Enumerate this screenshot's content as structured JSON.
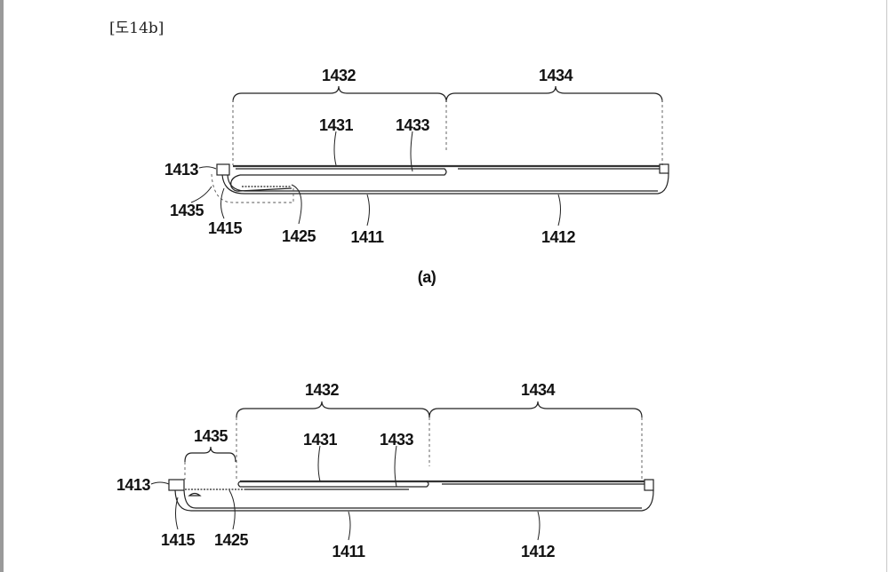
{
  "title": "[도14b]",
  "figure_a": {
    "caption": "(a)",
    "labels": {
      "l1432": "1432",
      "l1434": "1434",
      "l1431": "1431",
      "l1433": "1433",
      "l1413": "1413",
      "l1435": "1435",
      "l1415": "1415",
      "l1425": "1425",
      "l1411": "1411",
      "l1412": "1412"
    }
  },
  "figure_b": {
    "labels": {
      "l1432": "1432",
      "l1434": "1434",
      "l1435": "1435",
      "l1431": "1431",
      "l1433": "1433",
      "l1413": "1413",
      "l1415": "1415",
      "l1425": "1425",
      "l1411": "1411",
      "l1412": "1412"
    }
  }
}
